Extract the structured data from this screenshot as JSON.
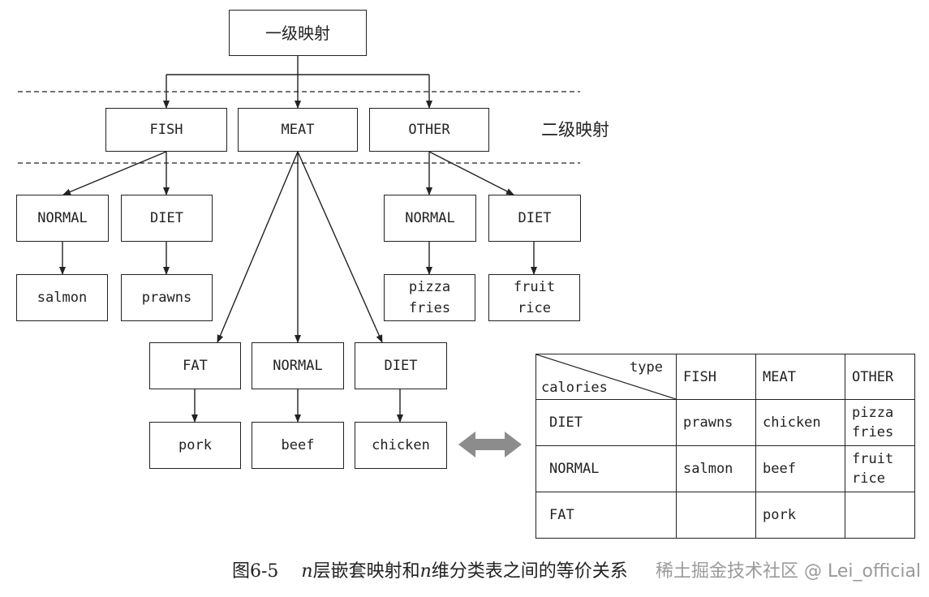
{
  "tiers": {
    "level1": "一级映射",
    "level2": "二级映射"
  },
  "tree": {
    "root": "一级映射",
    "fish": "FISH",
    "meat": "MEAT",
    "other": "OTHER",
    "fish_normal": "NORMAL",
    "fish_diet": "DIET",
    "fish_normal_food": "salmon",
    "fish_diet_food": "prawns",
    "other_normal": "NORMAL",
    "other_diet": "DIET",
    "other_normal_food": [
      "pizza",
      "fries"
    ],
    "other_diet_food": [
      "fruit",
      "rice"
    ],
    "meat_fat": "FAT",
    "meat_normal": "NORMAL",
    "meat_diet": "DIET",
    "meat_fat_food": "pork",
    "meat_normal_food": "beef",
    "meat_diet_food": "chicken"
  },
  "table": {
    "corner_top": "type",
    "corner_bottom": "calories",
    "columns": [
      "FISH",
      "MEAT",
      "OTHER"
    ],
    "rows": [
      {
        "label": "DIET",
        "cells": [
          "prawns",
          "chicken",
          "pizza\nfries"
        ]
      },
      {
        "label": "NORMAL",
        "cells": [
          "salmon",
          "beef",
          "fruit\nrice"
        ]
      },
      {
        "label": "FAT",
        "cells": [
          "",
          "pork",
          ""
        ]
      }
    ]
  },
  "colors": {
    "line": "#222222",
    "double_arrow": "#8c8c8c"
  },
  "caption": {
    "figure": "图6-5",
    "n1": "n",
    "text1": "层嵌套映射和",
    "n2": "n",
    "text2": "维分类表之间的等价关系"
  },
  "watermark": "稀土掘金技术社区 @ Lei_official"
}
